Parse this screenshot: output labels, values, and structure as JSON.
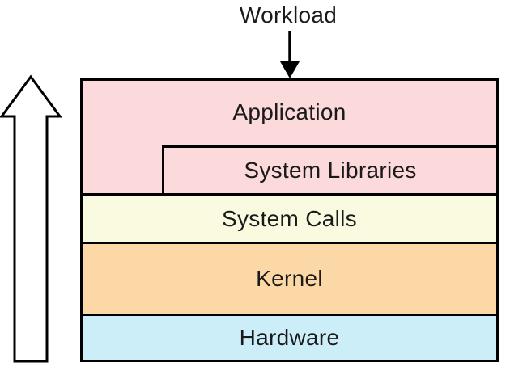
{
  "diagram": {
    "workload": {
      "label": "Workload"
    },
    "stack": {
      "layers": [
        {
          "id": "application",
          "label": "Application",
          "color": "#fcd9da"
        },
        {
          "id": "system-libraries",
          "label": "System Libraries",
          "color": "#fcd9da"
        },
        {
          "id": "system-calls",
          "label": "System Calls",
          "color": "#fafae0"
        },
        {
          "id": "kernel",
          "label": "Kernel",
          "color": "#fcd8a6"
        },
        {
          "id": "hardware",
          "label": "Hardware",
          "color": "#cbeef9"
        }
      ]
    },
    "icons": {
      "workload_arrow": "arrow-down-filled",
      "flow_arrow": "arrow-up-outline"
    },
    "colors": {
      "border": "#000000",
      "text": "#1a1a1a",
      "background": "#ffffff",
      "arrow_fill": "#ffffff"
    }
  }
}
